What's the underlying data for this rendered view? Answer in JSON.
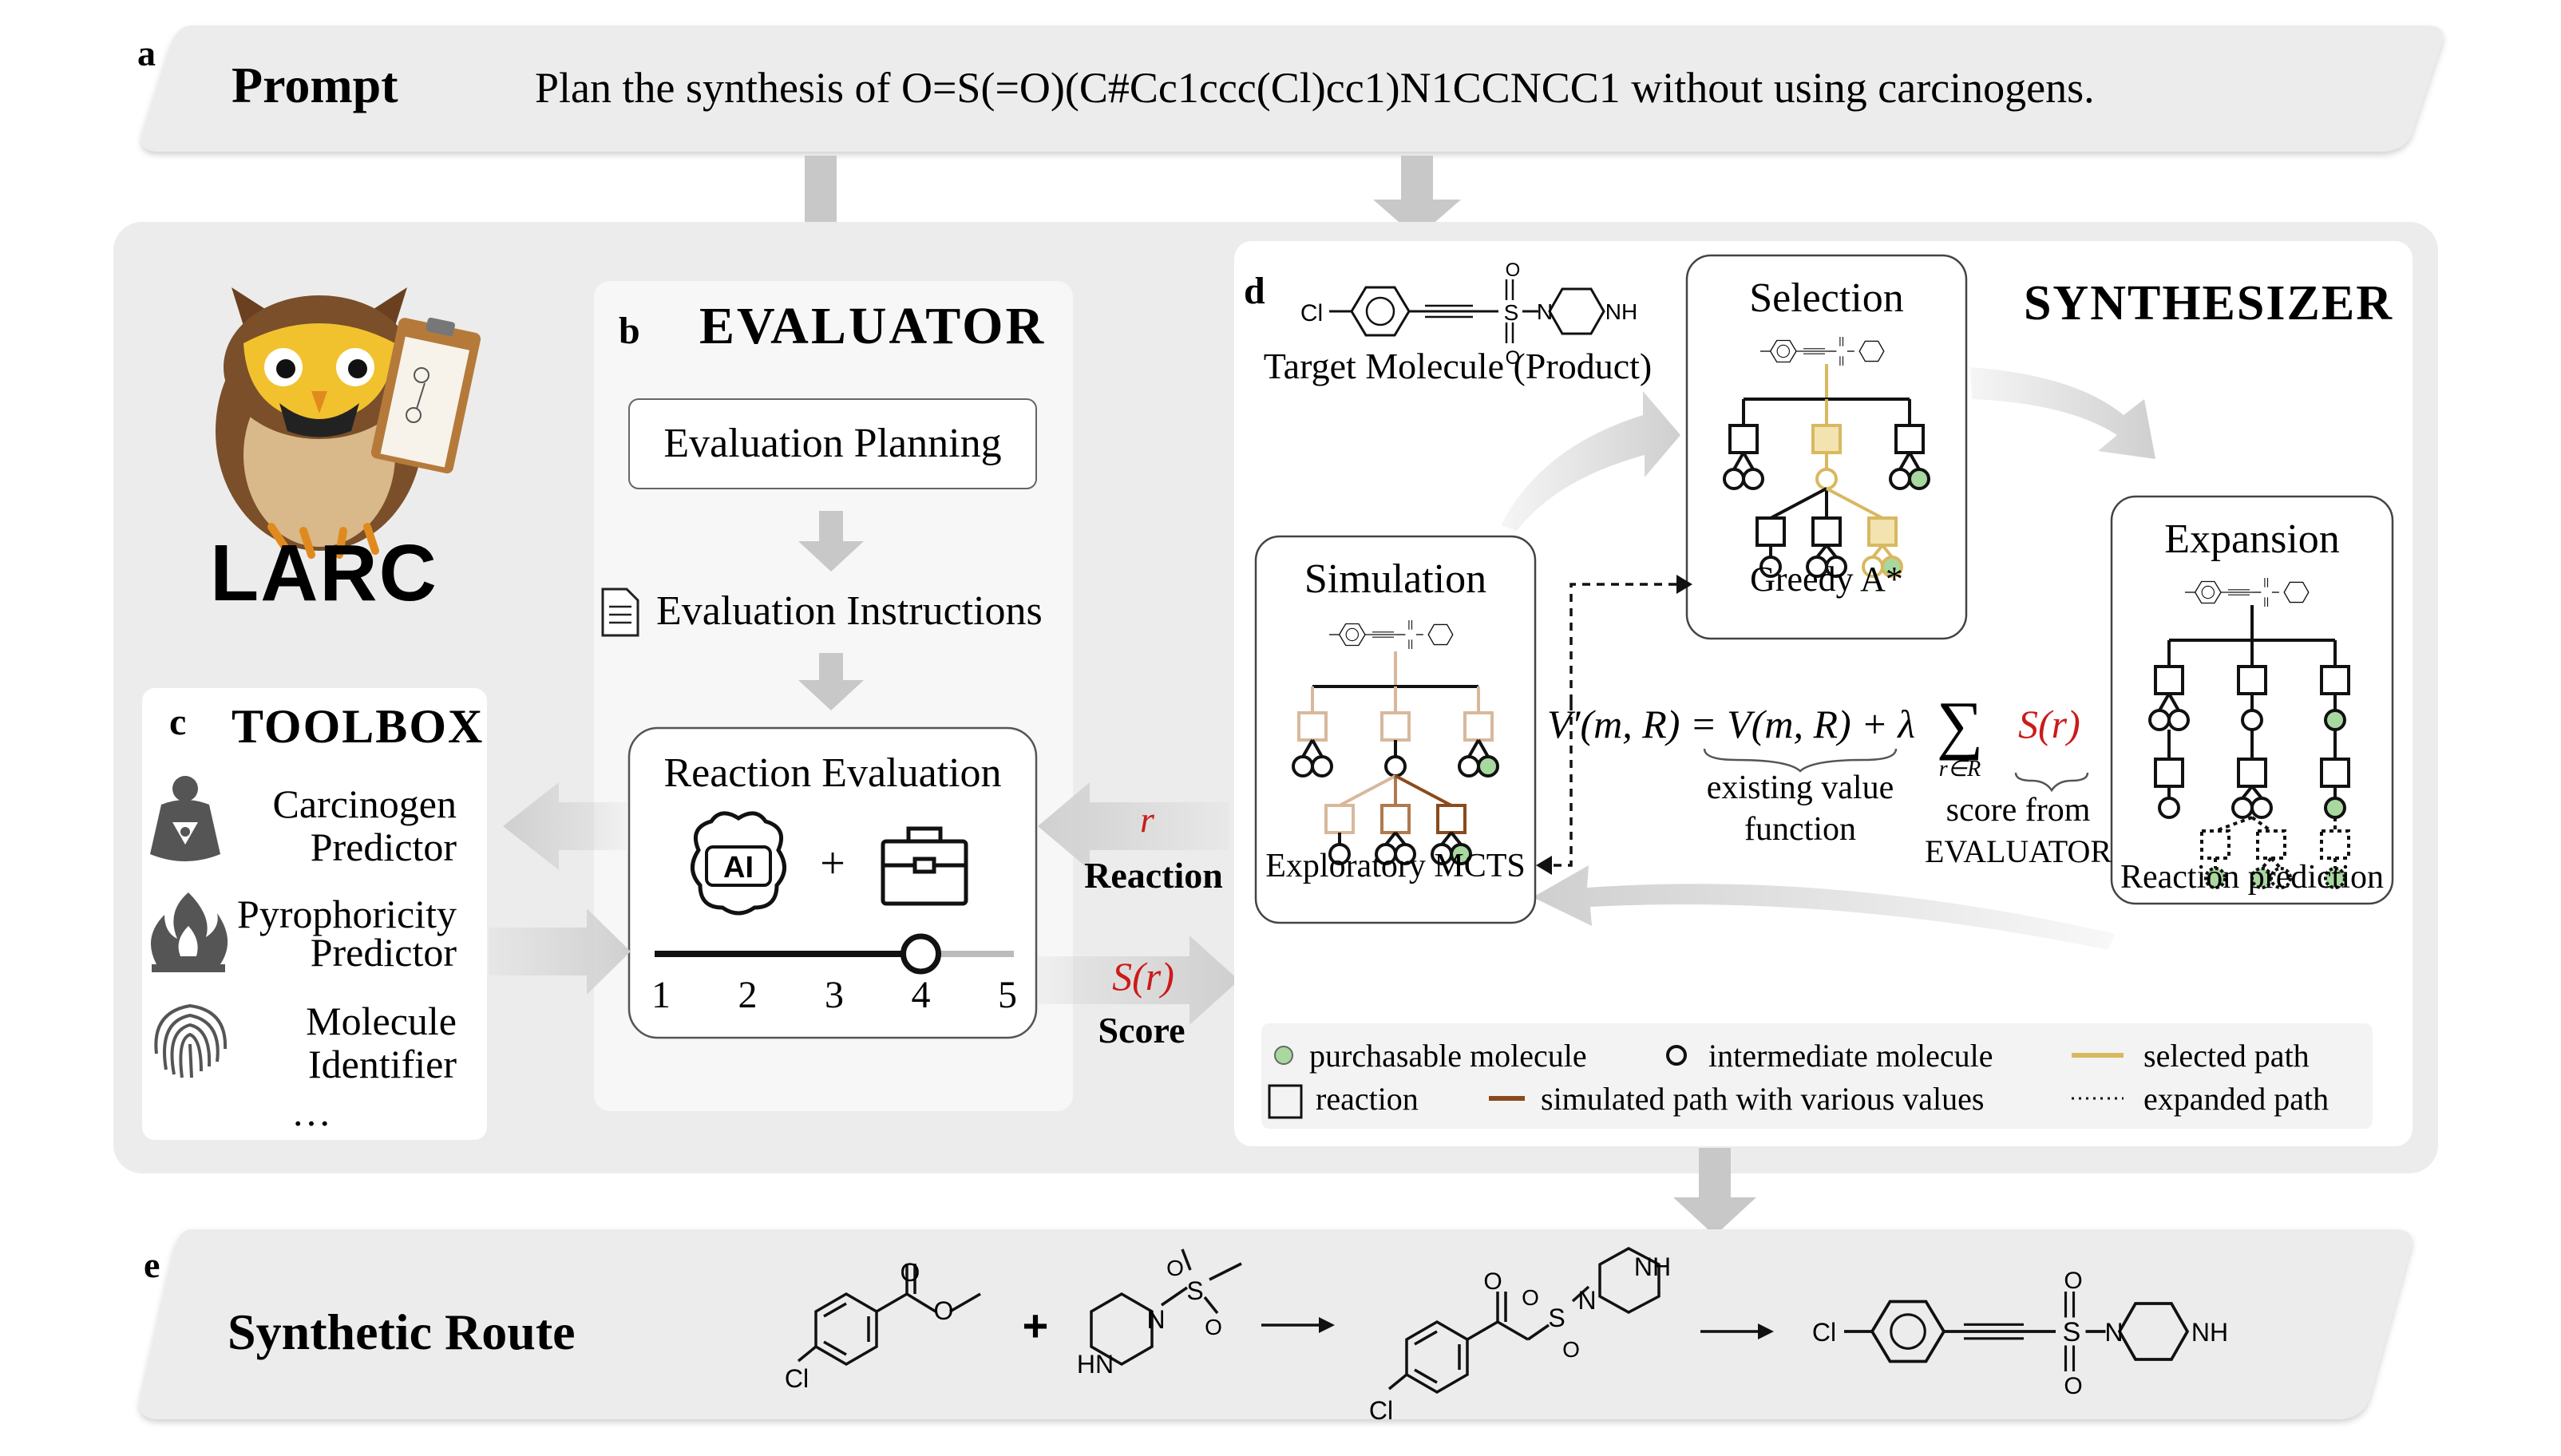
{
  "labels": {
    "a": "a",
    "b": "b",
    "c": "c",
    "d": "d",
    "e": "e"
  },
  "prompt": {
    "title": "Prompt",
    "text": "Plan the synthesis of O=S(=O)(C#Cc1ccc(Cl)cc1)N1CCNCC1 without using carcinogens."
  },
  "larc": {
    "logo_text": "LARC"
  },
  "evaluator": {
    "title": "EVALUATOR",
    "planning": "Evaluation Planning",
    "instructions": "Evaluation Instructions",
    "reaction_eval": "Reaction Evaluation",
    "ai_label": "AI",
    "plus": "+",
    "scale_ticks": [
      "1",
      "2",
      "3",
      "4",
      "5"
    ],
    "selected_score": 4
  },
  "toolbox": {
    "title": "TOOLBOX",
    "tools": [
      {
        "line1": "Carcinogen",
        "line2": "Predictor"
      },
      {
        "line1": "Pyrophoricity",
        "line2": "Predictor"
      },
      {
        "line1": "Molecule",
        "line2": "Identifier"
      }
    ],
    "more": "…"
  },
  "flow": {
    "r_symbol": "r",
    "reaction": "Reaction",
    "score_symbol": "S(r)",
    "score": "Score"
  },
  "synthesizer": {
    "title": "SYNTHESIZER",
    "target": "Target Molecule (Product)",
    "selection": {
      "title": "Selection",
      "caption": "Greedy A*"
    },
    "expansion": {
      "title": "Expansion",
      "caption": "Reaction prediction"
    },
    "simulation": {
      "title": "Simulation",
      "caption": "Exploratory MCTS"
    },
    "formula": {
      "lhs": "V′(m, R) = V(m, R) + λ",
      "sum": "∑",
      "sub": "r∈R",
      "term": "S(r)",
      "brace1_l1": "existing value",
      "brace1_l2": "function",
      "brace2_l1": "score from",
      "brace2_l2": "EVALUATOR"
    },
    "legend": {
      "purchasable": "purchasable molecule",
      "intermediate": "intermediate molecule",
      "selected": "selected path",
      "reaction": "reaction",
      "simulated": "simulated path with various values",
      "expanded": "expanded path"
    }
  },
  "route": {
    "title": "Synthetic Route",
    "plus": "+",
    "atoms": {
      "cl": "Cl",
      "nh": "NH",
      "hn": "HN",
      "n": "N",
      "o": "O",
      "s": "S"
    }
  },
  "colors": {
    "panel": "#ececec",
    "arrow": "#c8c8c8",
    "green": "#a8d8a0",
    "gold": "#d8b860",
    "brown": "#8b4a1c",
    "red": "#cc1a1a"
  }
}
